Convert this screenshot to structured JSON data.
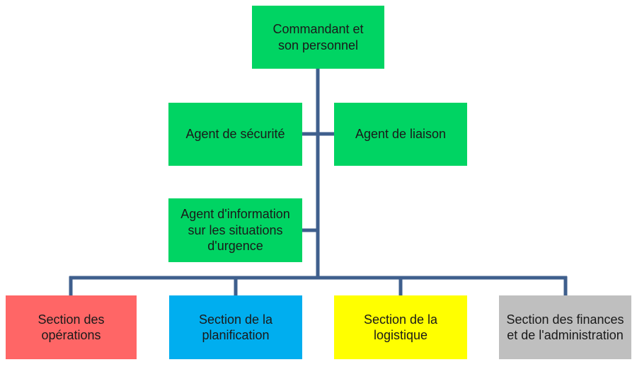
{
  "colors": {
    "line": "#3f5f8d",
    "command": "#00d463",
    "operations": "#ff6666",
    "planning": "#00aeef",
    "logistics": "#ffff00",
    "finance": "#bfbfbf"
  },
  "nodes": {
    "commander": "Commandant et\nson personnel",
    "safety_officer": "Agent de sécurité",
    "liaison_officer": "Agent de liaison",
    "public_info_officer": "Agent d'information\nsur les situations\nd'urgence",
    "operations": "Section des\nopérations",
    "planning": "Section de la\nplanification",
    "logistics": "Section de la\nlogistique",
    "finance_admin": "Section des finances\net de l'administration"
  }
}
